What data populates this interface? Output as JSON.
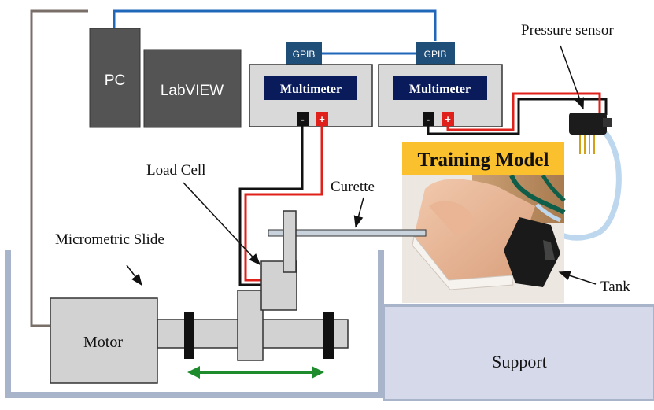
{
  "labels": {
    "pc": "PC",
    "labview": "LabVIEW",
    "gpib_left": "GPIB",
    "gpib_right": "GPIB",
    "multimeter_left": "Multimeter",
    "multimeter_right": "Multimeter",
    "pressure_sensor": "Pressure sensor",
    "training_model": "Training Model",
    "load_cell": "Load Cell",
    "curette": "Curette",
    "micrometric_slide": "Micrometric Slide",
    "tank": "Tank",
    "motor": "Motor",
    "support": "Support",
    "terminal_neg": "-",
    "terminal_pos": "+"
  },
  "colors": {
    "box_dark": "#545454",
    "multimeter_body": "#d9d9d9",
    "display": "#0a1b5c",
    "gpib": "#1f4e79",
    "wire_blue": "#1f67b8",
    "wire_red": "#e0201a",
    "wire_black": "#111111",
    "wire_brown": "#7a6e68",
    "tank_border": "#a7b4c9",
    "support_fill": "#d6d9ea",
    "training_banner": "#fbc02d",
    "tube": "#bdd7ee",
    "arrow_green": "#1e8c2d",
    "part_gray": "#d2d2d2"
  }
}
